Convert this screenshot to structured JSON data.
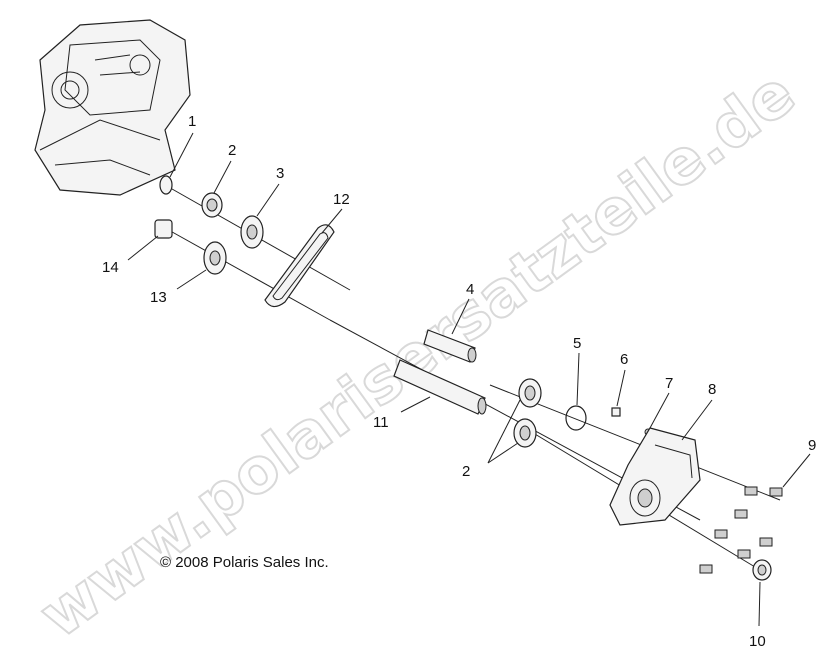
{
  "watermark": "www.polarisersatzteile.de",
  "copyright": "© 2008 Polaris Sales Inc.",
  "callouts": {
    "c1": "1",
    "c2a": "2",
    "c2b": "2",
    "c3": "3",
    "c4": "4",
    "c5": "5",
    "c6": "6",
    "c7": "7",
    "c8": "8",
    "c9": "9",
    "c10": "10",
    "c11": "11",
    "c12": "12",
    "c13": "13",
    "c14": "14"
  }
}
